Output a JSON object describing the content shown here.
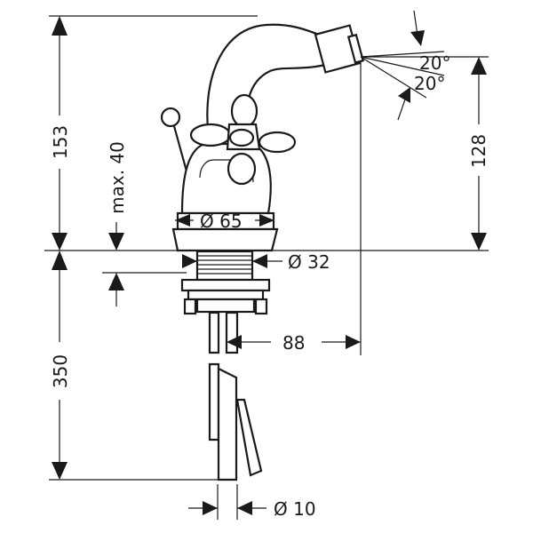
{
  "dimensions": {
    "height_above_deck": "153",
    "max_40": "max. 40",
    "base_diameter": "Ø 65",
    "hole_diameter": "Ø 32",
    "spout_height": "128",
    "angle_upper": "20°",
    "angle_lower": "20°",
    "projection": "88",
    "hose_length": "350",
    "hose_diameter": "Ø 10"
  },
  "colors": {
    "line": "#1a1a1a",
    "background": "#ffffff"
  }
}
